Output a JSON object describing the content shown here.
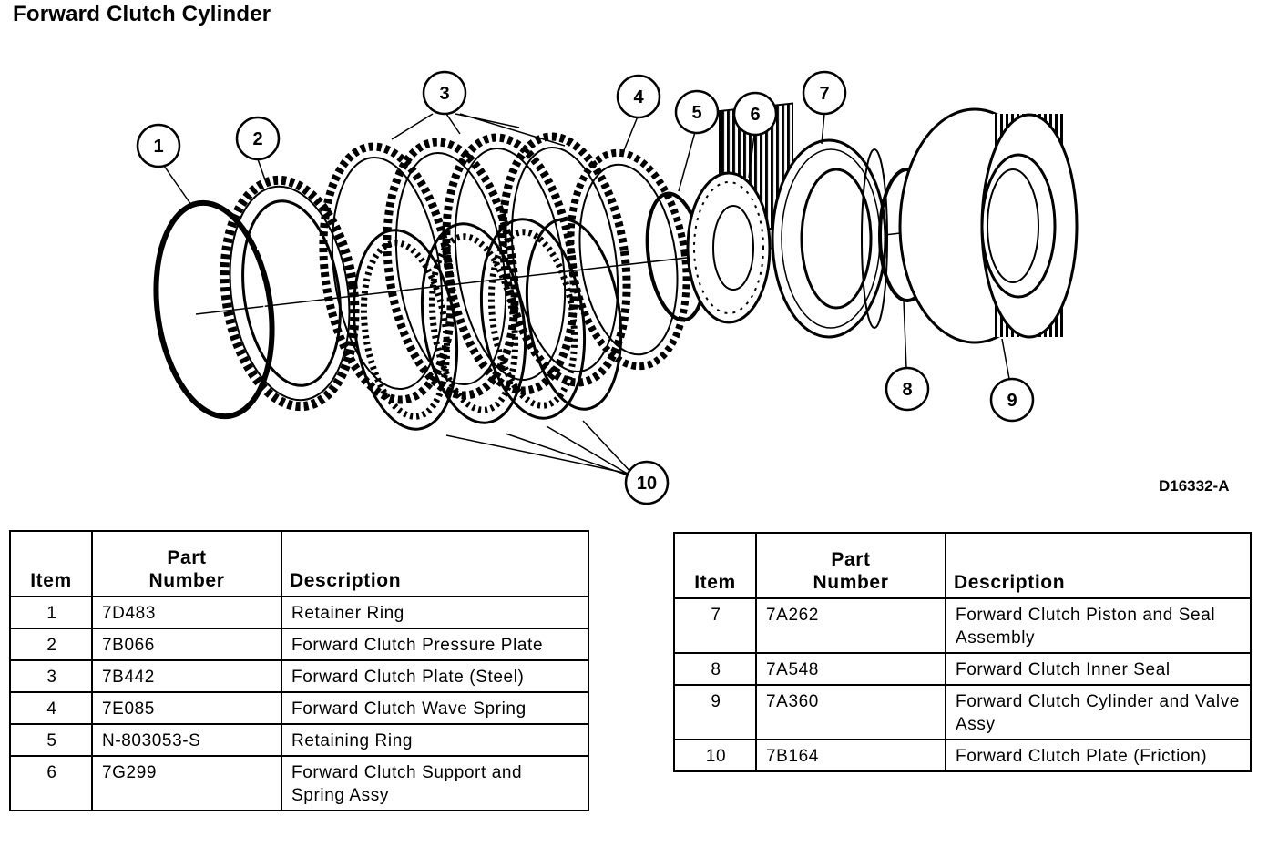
{
  "title": "Forward Clutch Cylinder",
  "figure_id": "D16332-A",
  "callouts": [
    "1",
    "2",
    "3",
    "4",
    "5",
    "6",
    "7",
    "8",
    "9",
    "10"
  ],
  "table_headers": {
    "item": "Item",
    "part_number_line1": "Part",
    "part_number_line2": "Number",
    "description": "Description"
  },
  "parts_left": [
    {
      "item": "1",
      "part_number": "7D483",
      "description": "Retainer Ring"
    },
    {
      "item": "2",
      "part_number": "7B066",
      "description": "Forward Clutch Pressure Plate"
    },
    {
      "item": "3",
      "part_number": "7B442",
      "description": "Forward Clutch Plate (Steel)"
    },
    {
      "item": "4",
      "part_number": "7E085",
      "description": "Forward Clutch Wave Spring"
    },
    {
      "item": "5",
      "part_number": "N-803053-S",
      "description": "Retaining Ring"
    },
    {
      "item": "6",
      "part_number": "7G299",
      "description": "Forward Clutch Support and Spring Assy"
    }
  ],
  "parts_right": [
    {
      "item": "7",
      "part_number": "7A262",
      "description": "Forward Clutch Piston and Seal Assembly"
    },
    {
      "item": "8",
      "part_number": "7A548",
      "description": "Forward Clutch Inner Seal"
    },
    {
      "item": "9",
      "part_number": "7A360",
      "description": "Forward Clutch Cylinder and Valve Assy"
    },
    {
      "item": "10",
      "part_number": "7B164",
      "description": "Forward Clutch Plate (Friction)"
    }
  ]
}
